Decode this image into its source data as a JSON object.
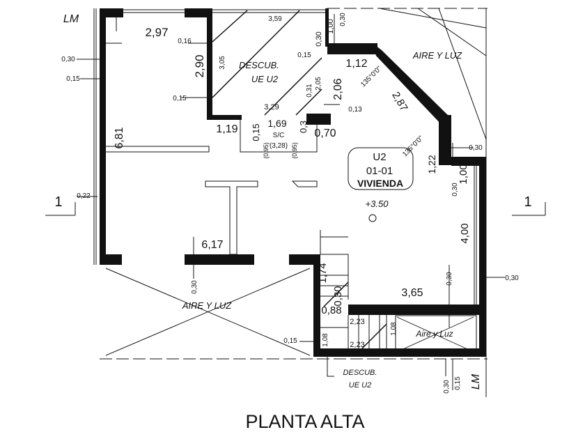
{
  "title": "PLANTA ALTA",
  "property_line_label": "LM",
  "section_label": "1",
  "rooms": {
    "unit": "U2",
    "unit_code": "01-01",
    "unit_use": "VIVIENDA",
    "level": "+3.50",
    "descub_top_1": "DESCUB.",
    "descub_top_2": "UE U2",
    "descub_bottom_1": "DESCUB.",
    "descub_bottom_2": "UE U2",
    "aire_luz_bottom": "AIRE Y LUZ",
    "aire_luz_top": "AIRE Y LUZ",
    "aire_luz_small": "Aire y Luz",
    "sc": "S/C",
    "sc_dim1": "(0,95)",
    "sc_dim2": "(0,95)",
    "sc_dim3": "(3,28)"
  },
  "dims": [
    "2,97",
    "0,16",
    "0,30",
    "0,15",
    "0,15",
    "2,90",
    "3,05",
    "3,59",
    "0,30",
    "1,00",
    "0,30",
    "0,15",
    "2,05",
    "0,31",
    "3,29",
    "2,06",
    "1,12",
    "135°0'0\"",
    "0,13",
    "2,87",
    "1,19",
    "0,15",
    "1,69",
    "0,3",
    "0,70",
    "6,81",
    "135°0'0\"",
    "1,22",
    "0,30",
    "1,00",
    "0,30",
    "0,22",
    "4,00",
    "6,17",
    "0,30",
    "1,74",
    "0,30",
    "0,88",
    "3,65",
    "0,30",
    "0,30",
    "2,23",
    "2,23",
    "1,08",
    "1,08",
    "0,15",
    "0,30",
    "0,15"
  ]
}
